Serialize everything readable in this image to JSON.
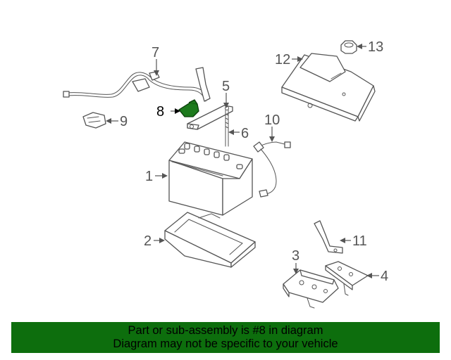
{
  "callouts": {
    "c1": "1",
    "c2": "2",
    "c3": "3",
    "c4": "4",
    "c5": "5",
    "c6": "6",
    "c7": "7",
    "c8": "8",
    "c9": "9",
    "c10": "10",
    "c11": "11",
    "c12": "12",
    "c13": "13"
  },
  "highlight": {
    "part": "8",
    "color": "#1d7a1d"
  },
  "banner": {
    "line1": "Part or sub-assembly is #8 in diagram",
    "line2": "Diagram may not be specific to your vehicle",
    "background": "#0d6e0d"
  }
}
